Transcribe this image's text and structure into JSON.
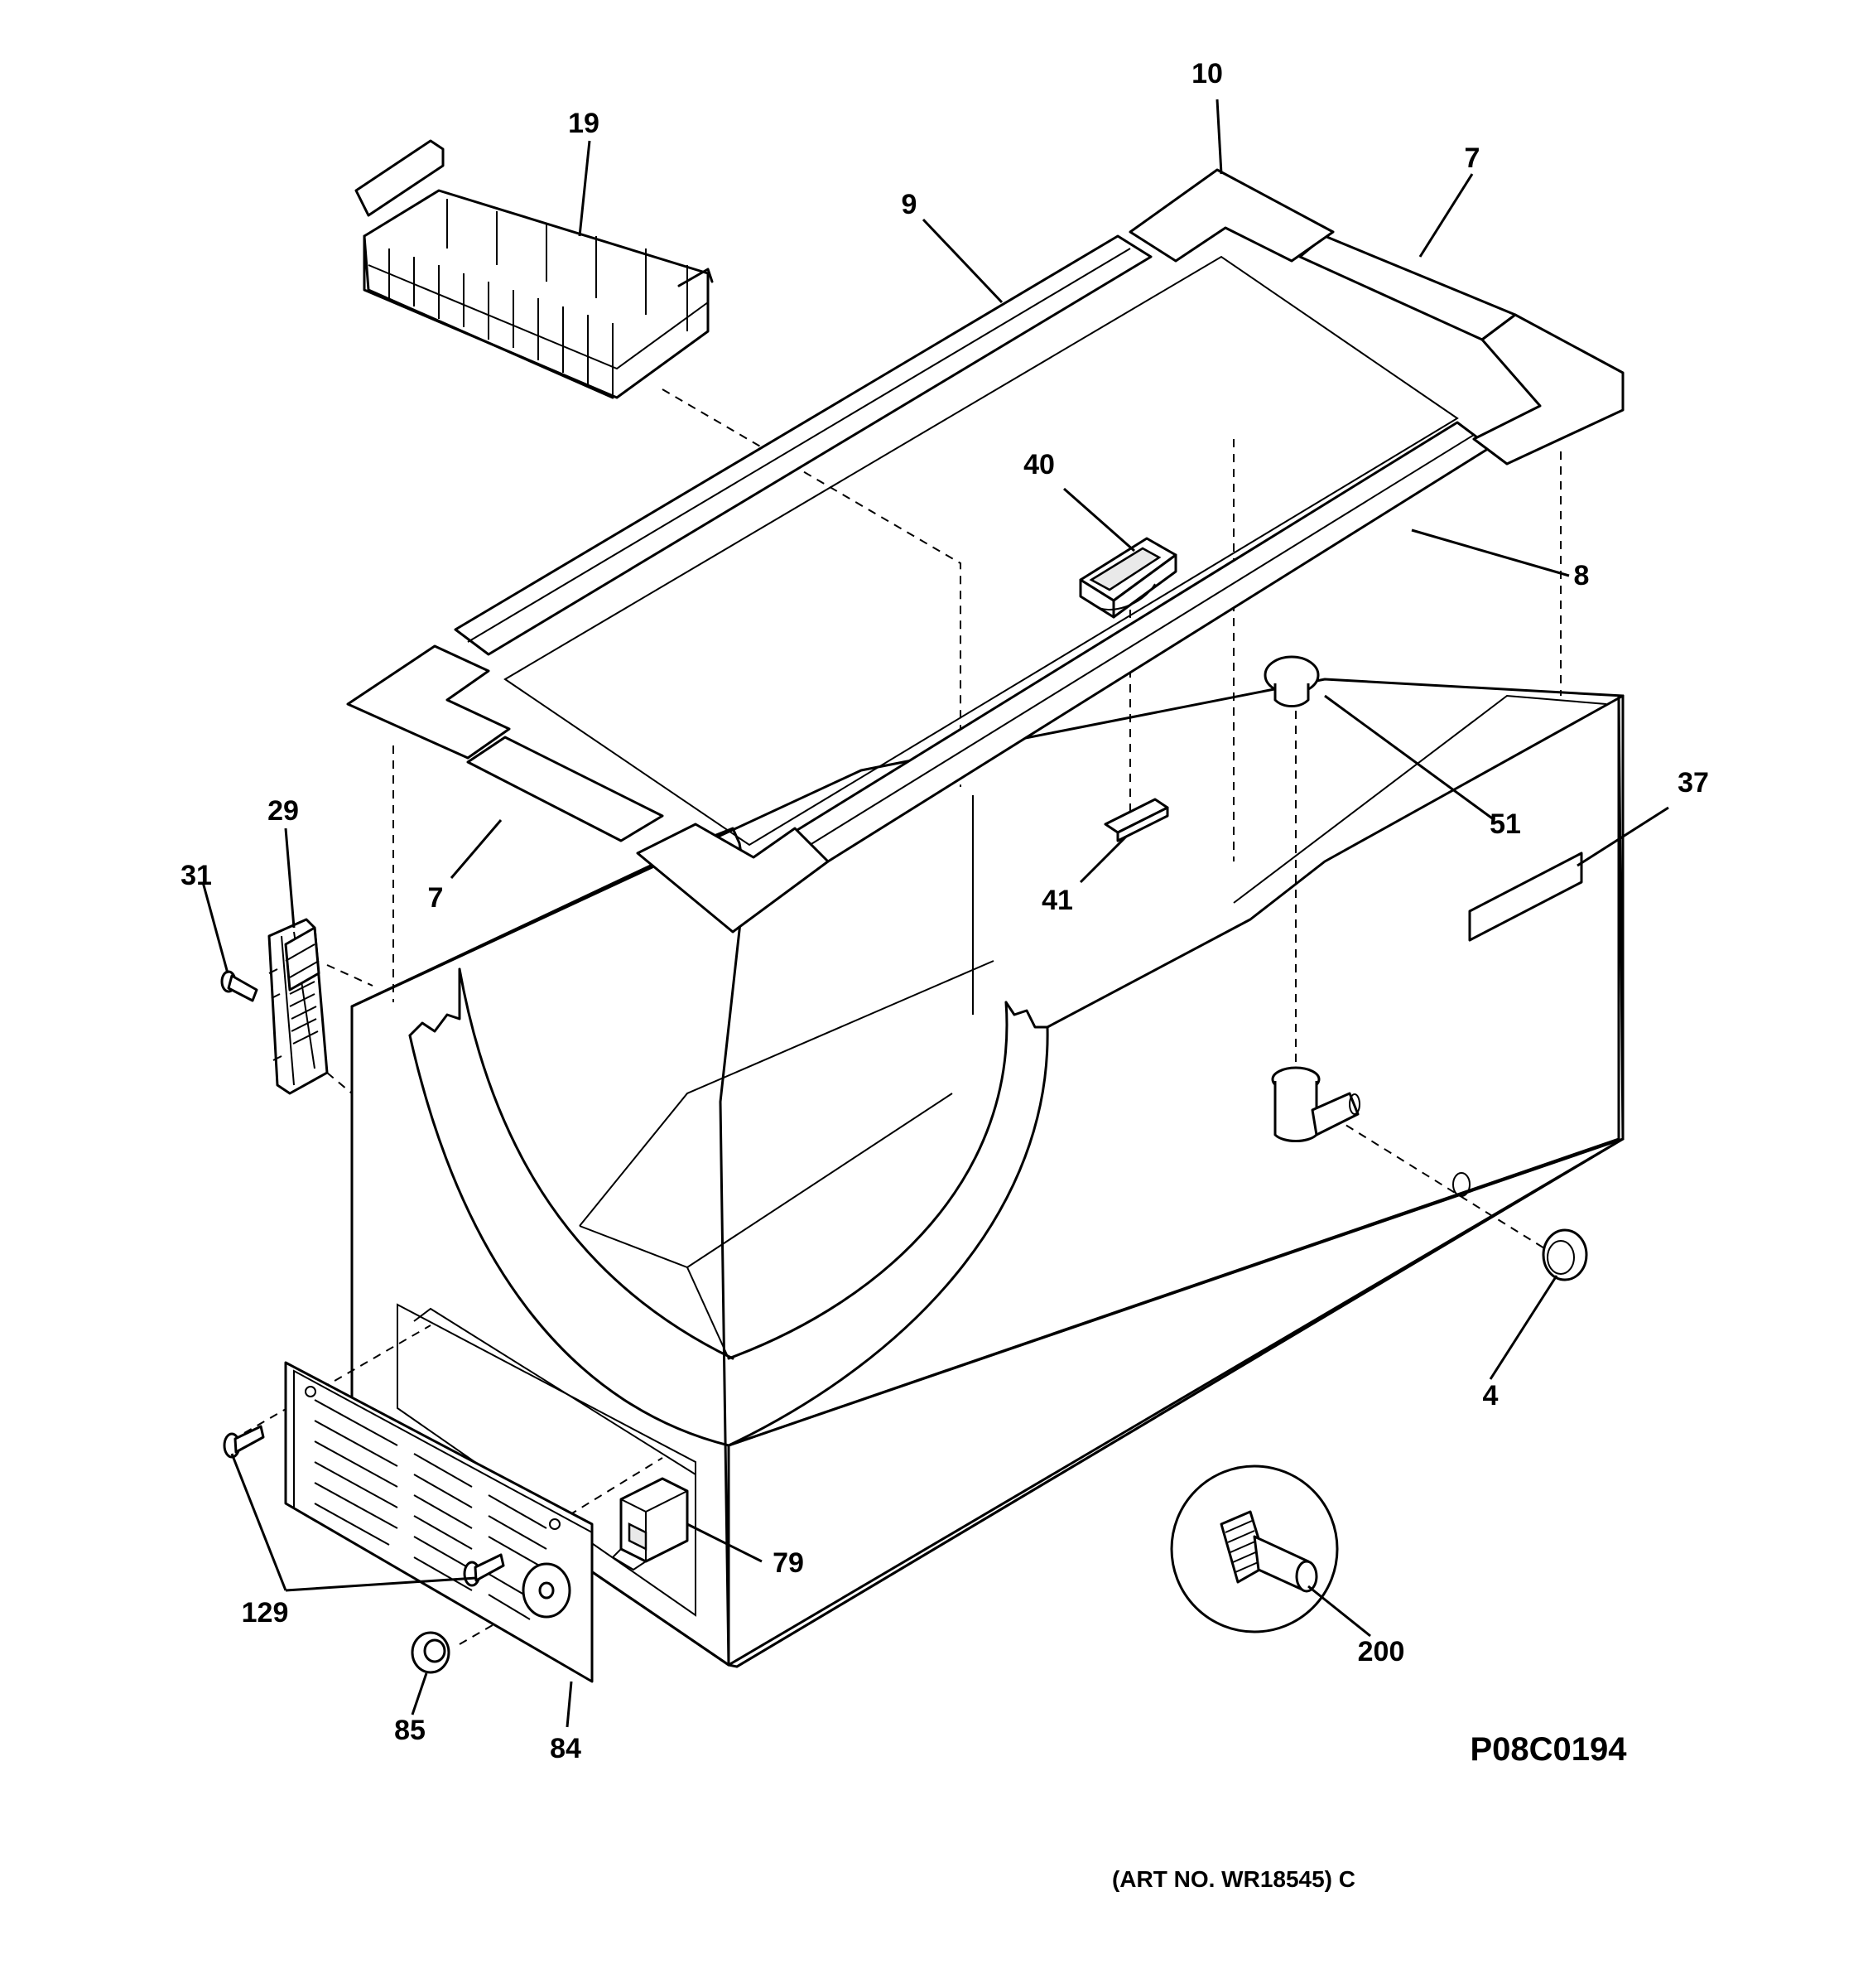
{
  "diagram": {
    "callouts": [
      {
        "id": "basket",
        "label": "19"
      },
      {
        "id": "corner-back-left",
        "label": "10"
      },
      {
        "id": "gasket-right",
        "label": "7"
      },
      {
        "id": "gasket-back",
        "label": "9"
      },
      {
        "id": "lid-lock",
        "label": "40"
      },
      {
        "id": "gasket-front",
        "label": "8"
      },
      {
        "id": "drain-plug",
        "label": "51"
      },
      {
        "id": "label-plate",
        "label": "37"
      },
      {
        "id": "hinge",
        "label": "29"
      },
      {
        "id": "hinge-screw",
        "label": "31"
      },
      {
        "id": "gasket-left",
        "label": "7"
      },
      {
        "id": "strike",
        "label": "41"
      },
      {
        "id": "drain-cap",
        "label": "4"
      },
      {
        "id": "switch",
        "label": "79"
      },
      {
        "id": "screw-129",
        "label": "129"
      },
      {
        "id": "drain-fitting",
        "label": "200"
      },
      {
        "id": "knob",
        "label": "85"
      },
      {
        "id": "grille",
        "label": "84"
      }
    ],
    "figure_code": "P08C0194",
    "art_number": "(ART NO. WR18545) C"
  }
}
